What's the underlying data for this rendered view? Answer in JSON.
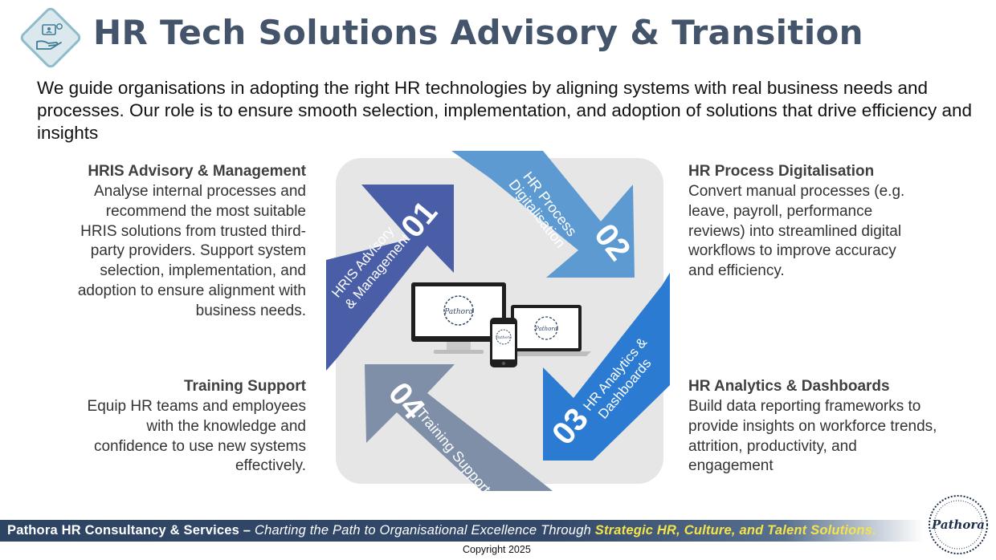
{
  "header": {
    "title": "HR Tech Solutions Advisory & Transition",
    "intro": "We guide organisations in adopting the right HR technologies by aligning systems with real business needs and processes. Our role is to ensure smooth selection, implementation, and adoption of solutions that drive efficiency and insights"
  },
  "sections": {
    "hris": {
      "title": "HRIS Advisory & Management",
      "body": "Analyse internal processes and recommend the most suitable HRIS solutions from trusted third-party providers. Support system selection, implementation, and adoption to ensure alignment with business needs."
    },
    "training": {
      "title": "Training Support",
      "body": "Equip HR teams and employees with the knowledge and confidence to use new systems effectively."
    },
    "process": {
      "title": "HR Process Digitalisation",
      "body": "Convert manual processes (e.g. leave, payroll, performance reviews) into streamlined digital workflows to improve accuracy and efficiency."
    },
    "analytics": {
      "title": "HR Analytics & Dashboards",
      "body": "Build data reporting frameworks to provide insights on workforce trends, attrition, productivity, and engagement"
    }
  },
  "cycle": {
    "arrow1": {
      "number": "01",
      "label1": "HRIS Advisory",
      "label2": "& Management",
      "color": "#4a5ea8"
    },
    "arrow2": {
      "number": "02",
      "label1": "HR Process",
      "label2": "Digitalisation",
      "color": "#5c9ad1"
    },
    "arrow3": {
      "number": "03",
      "label1": "HR Analytics &",
      "label2": "Dashboards",
      "color": "#2b7bd3"
    },
    "arrow4": {
      "number": "04",
      "label1": "Training Support",
      "label2": "",
      "color": "#7f8fa8"
    },
    "device_logo": "Pathora"
  },
  "footer": {
    "part1": "Pathora HR Consultancy & Services – ",
    "part2": "Charting the Path to Organisational Excellence Through ",
    "part3": "Strategic HR, Culture, and Talent Solutions.",
    "copyright": "Copyright 2025",
    "seal_text": "Pathora"
  },
  "colors": {
    "title": "#44546A",
    "footer_bar": "#2e4463",
    "footer_highlight": "#f4e44a"
  }
}
